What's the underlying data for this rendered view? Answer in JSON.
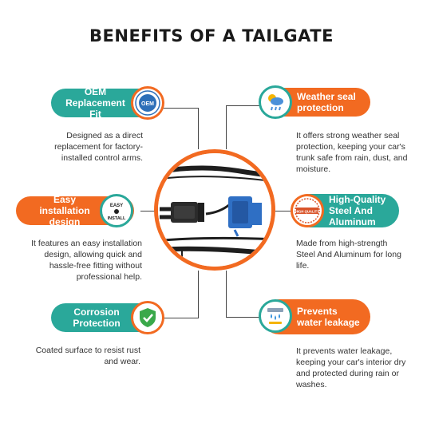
{
  "title": "BENEFITS OF A TAILGATE",
  "colors": {
    "teal": "#2aa89a",
    "orange": "#f26a21"
  },
  "benefits": [
    {
      "title": "OEM Replacement Fit",
      "icon": "oem-badge-icon",
      "badge_text": "OEM",
      "desc": "Designed as a direct replacement for factory-installed control arms."
    },
    {
      "title": "Easy installation design",
      "icon": "easy-install-icon",
      "badge_text_top": "EASY",
      "badge_text_bottom": "INSTALL",
      "desc": "It features an easy installation design, allowing quick and hassle-free fitting without professional help."
    },
    {
      "title": "Corrosion Protection",
      "icon": "shield-check-icon",
      "desc": "Coated surface to resist rust and wear."
    },
    {
      "title": "Weather seal protection",
      "icon": "weather-icon",
      "desc": "It offers strong weather seal protection, keeping your car's trunk safe from rain, dust, and moisture."
    },
    {
      "title": "High-Quality Steel And Aluminum",
      "icon": "high-quality-stamp-icon",
      "badge_text": "HIGH QUALITY",
      "desc": "Made from high-strength Steel And Aluminum for long life."
    },
    {
      "title": "Prevents water leakage",
      "icon": "water-drop-icon",
      "desc": "It prevents water leakage, keeping your car's interior dry and protected during rain or washes."
    }
  ]
}
